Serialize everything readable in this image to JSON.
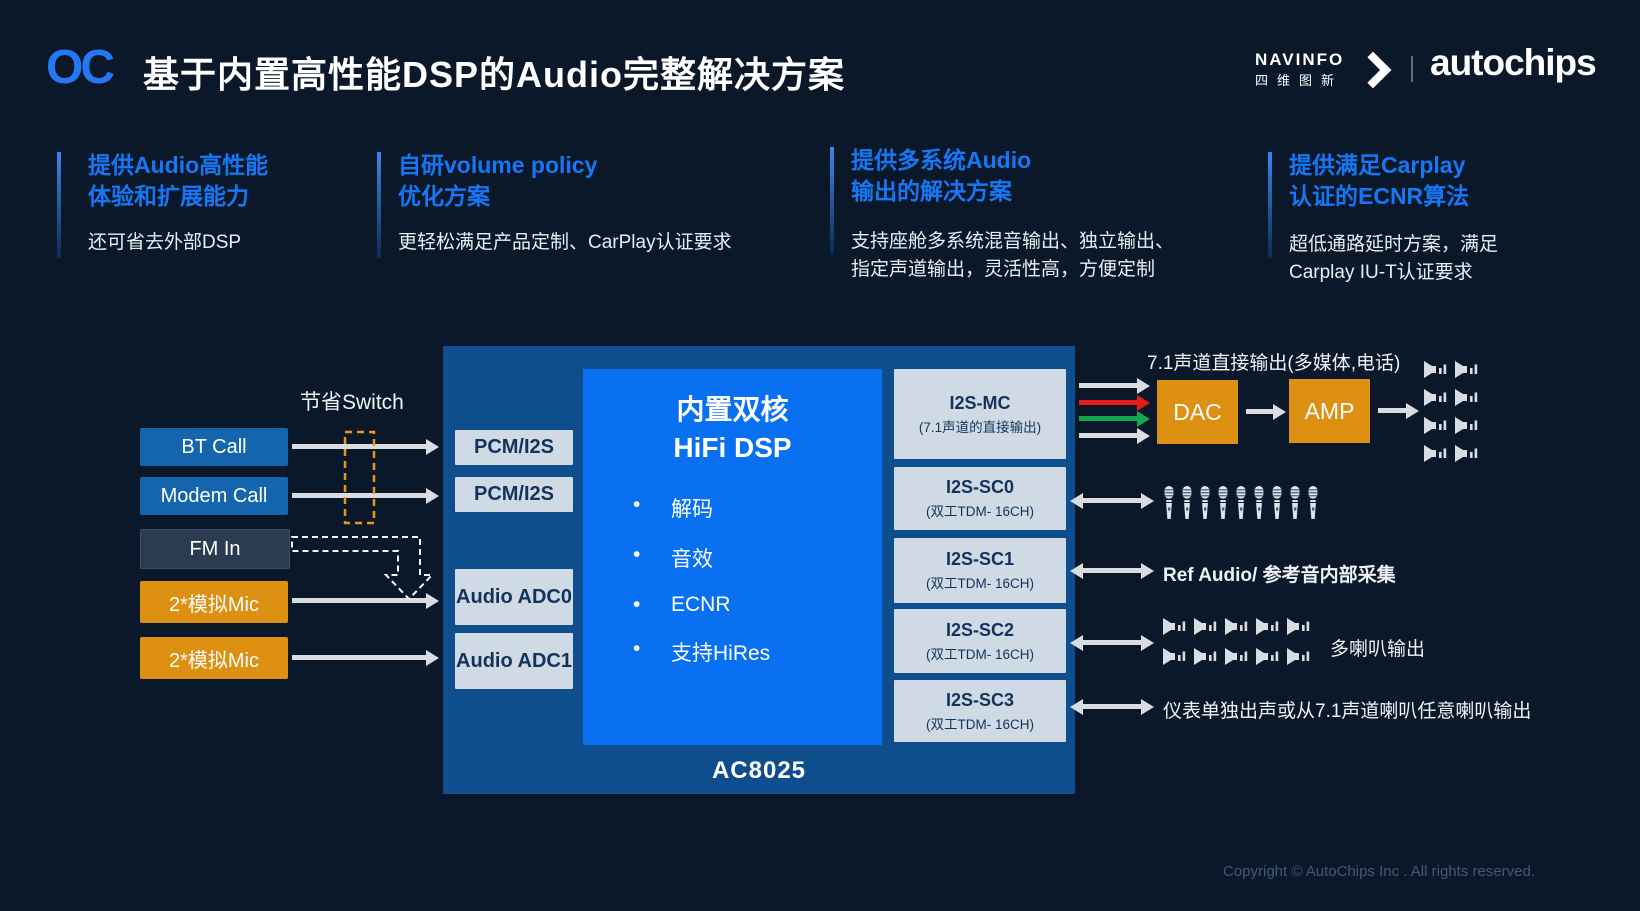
{
  "header": {
    "logo_mark": "OC",
    "title": "基于内置高性能DSP的Audio完整解决方案",
    "navinfo_name": "NAVINFO",
    "navinfo_cn": "四维图新",
    "autochips": "autochips"
  },
  "features": [
    {
      "heading": "提供Audio高性能\n体验和扩展能力",
      "body": "还可省去外部DSP"
    },
    {
      "heading": "自研volume policy\n优化方案",
      "body": "更轻松满足产品定制、CarPlay认证要求"
    },
    {
      "heading": "提供多系统Audio\n输出的解决方案",
      "body": "支持座舱多系统混音输出、独立输出、\n指定声道输出，灵活性高，方便定制"
    },
    {
      "heading": "提供满足Carplay\n认证的ECNR算法",
      "body": "超低通路延时方案，满足\nCarplay IU-T认证要求"
    }
  ],
  "diagram": {
    "switch_label": "节省Switch",
    "inputs": [
      {
        "label": "BT Call"
      },
      {
        "label": "Modem Call"
      },
      {
        "label": "FM In"
      },
      {
        "label": "2*模拟Mic"
      },
      {
        "label": "2*模拟Mic"
      }
    ],
    "chip": {
      "name": "AC8025",
      "interfaces_left": [
        "PCM/I2S",
        "PCM/I2S",
        "Audio ADC0",
        "Audio ADC1"
      ],
      "dsp": {
        "title": "内置双核\nHiFi DSP",
        "bullets": [
          "解码",
          "音效",
          "ECNR",
          "支持HiRes"
        ]
      },
      "interfaces_right": [
        {
          "title": "I2S-MC",
          "sub": "(7.1声道的直接输出)"
        },
        {
          "title": "I2S-SC0",
          "sub": "(双工TDM- 16CH)"
        },
        {
          "title": "I2S-SC1",
          "sub": "(双工TDM- 16CH)"
        },
        {
          "title": "I2S-SC2",
          "sub": "(双工TDM- 16CH)"
        },
        {
          "title": "I2S-SC3",
          "sub": "(双工TDM- 16CH)"
        }
      ]
    },
    "outputs": {
      "direct_label": "7.1声道直接输出(多媒体,电话)",
      "dac": "DAC",
      "amp": "AMP",
      "ref_label": "Ref Audio/ 参考音内部采集",
      "multi_speaker_label": "多喇叭输出",
      "cluster_label": "仪表单独出声或从7.1声道喇叭任意喇叭输出"
    },
    "icons": {
      "speaker": "speaker-icon",
      "microphone": "mic-icon"
    }
  },
  "footer": {
    "copyright": "Copyright © AutoChips Inc . All rights reserved."
  },
  "colors": {
    "background": "#0b1829",
    "accent_blue": "#1677f6",
    "chip_fill": "#0f4e8d",
    "dsp_fill": "#0a70f2",
    "panel_light": "#cfdae4",
    "box_blue": "#1565ae",
    "box_dark": "#2b3b52",
    "box_orange": "#de9012",
    "arrow_gray": "#d9dde2",
    "arrow_red": "#e51a1a",
    "arrow_green": "#13a84e",
    "dashed_orange": "#e8951d"
  }
}
